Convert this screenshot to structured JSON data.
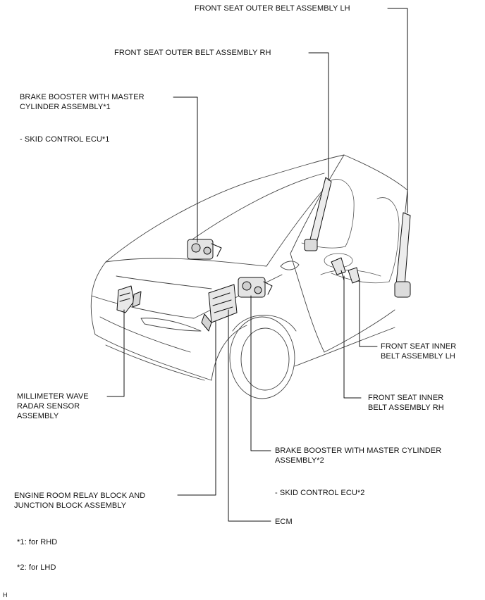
{
  "labels": {
    "front_seat_outer_belt_lh": "FRONT SEAT OUTER BELT ASSEMBLY LH",
    "front_seat_outer_belt_rh": "FRONT SEAT OUTER BELT ASSEMBLY RH",
    "brake_booster_rhd": "BRAKE BOOSTER WITH MASTER\nCYLINDER ASSEMBLY*1",
    "skid_control_ecu_rhd": "- SKID CONTROL ECU*1",
    "front_seat_inner_belt_lh": "FRONT SEAT INNER\nBELT ASSEMBLY LH",
    "millimeter_wave_radar": "MILLIMETER WAVE\nRADAR SENSOR\nASSEMBLY",
    "front_seat_inner_belt_rh": "FRONT SEAT INNER\nBELT ASSEMBLY RH",
    "brake_booster_lhd": "BRAKE BOOSTER WITH MASTER CYLINDER\nASSEMBLY*2",
    "skid_control_ecu_lhd": "- SKID CONTROL ECU*2",
    "engine_room_relay_block": "ENGINE ROOM RELAY BLOCK AND\nJUNCTION BLOCK ASSEMBLY",
    "ecm": "ECM"
  },
  "notes": {
    "rhd": "*1: for RHD",
    "lhd": "*2: for LHD"
  },
  "corner_mark": "H",
  "colors": {
    "line": "#111111",
    "car_outline": "#555555",
    "background": "#ffffff"
  }
}
